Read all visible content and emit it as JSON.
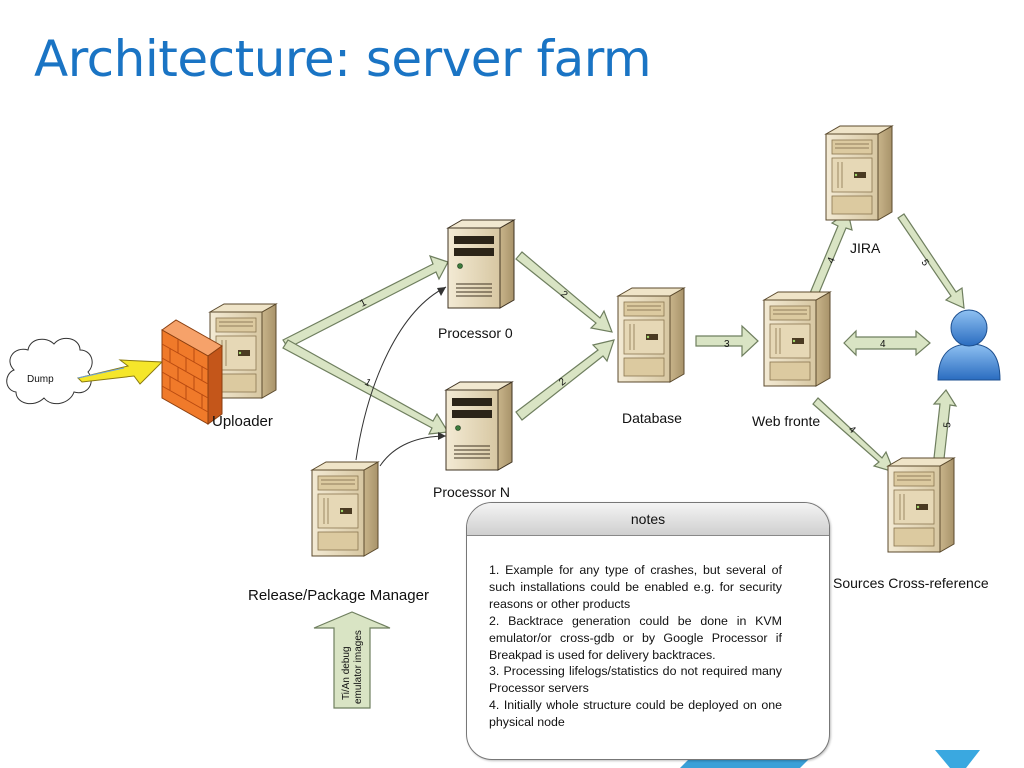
{
  "slide": {
    "title": "Architecture: server farm"
  },
  "nodes": {
    "dump": "Dump",
    "uploader": "Uploader",
    "processor_0": "Processor 0",
    "processor_n": "Processor N",
    "database": "Database",
    "web_frontend": "Web fronte",
    "jira": "JIRA",
    "sources": "Sources Cross-reference",
    "release_manager": "Release/Package Manager"
  },
  "input_arrow": {
    "line1": "Ti/An debug",
    "line2": "emulator images"
  },
  "flow_labels": {
    "uploader_to_p0": "1",
    "uploader_to_pn": "1",
    "p0_to_db": "2",
    "pn_to_db": "2",
    "db_to_web": "3",
    "web_to_jira": "4",
    "web_to_user": "4",
    "web_to_sources": "4",
    "jira_to_user": "5",
    "sources_to_user": "5"
  },
  "notes": {
    "title": "notes",
    "items": [
      "1. Example for any type of crashes, but several of such installations could be enabled e.g. for security reasons or other products",
      "2. Backtrace generation could be done in KVM emulator/or cross-gdb or by Google Processor if Breakpad is used for delivery backtraces.",
      "3. Processing lifelogs/statistics do not required many Processor servers",
      "4. Initially whole structure could be deployed on one physical node"
    ]
  },
  "colors": {
    "title": "#1a74c4",
    "arrow_fill": "#d9e4c4",
    "arrow_stroke": "#6f7f5f",
    "server_body": "#e8dcc0",
    "firewall": "#f07a2a",
    "user": "#4f8fd8",
    "lightning": "#f5e62a"
  }
}
